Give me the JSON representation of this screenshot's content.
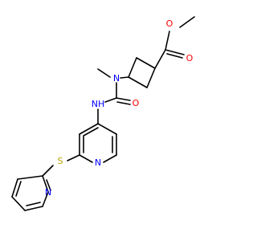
{
  "molecule": {
    "atom_labels": {
      "carbonyl_o_top": "O",
      "ester_o": "O",
      "n_methyl": "N",
      "urea_o": "O",
      "urea_nh": "NH",
      "pyridine_n": "N",
      "thioether_s": "S",
      "pyridyl_n": "N"
    },
    "colors": {
      "bond": "#000000",
      "oxygen": "#ff0000",
      "nitrogen": "#0000ff",
      "sulfur": "#b8a000"
    }
  }
}
